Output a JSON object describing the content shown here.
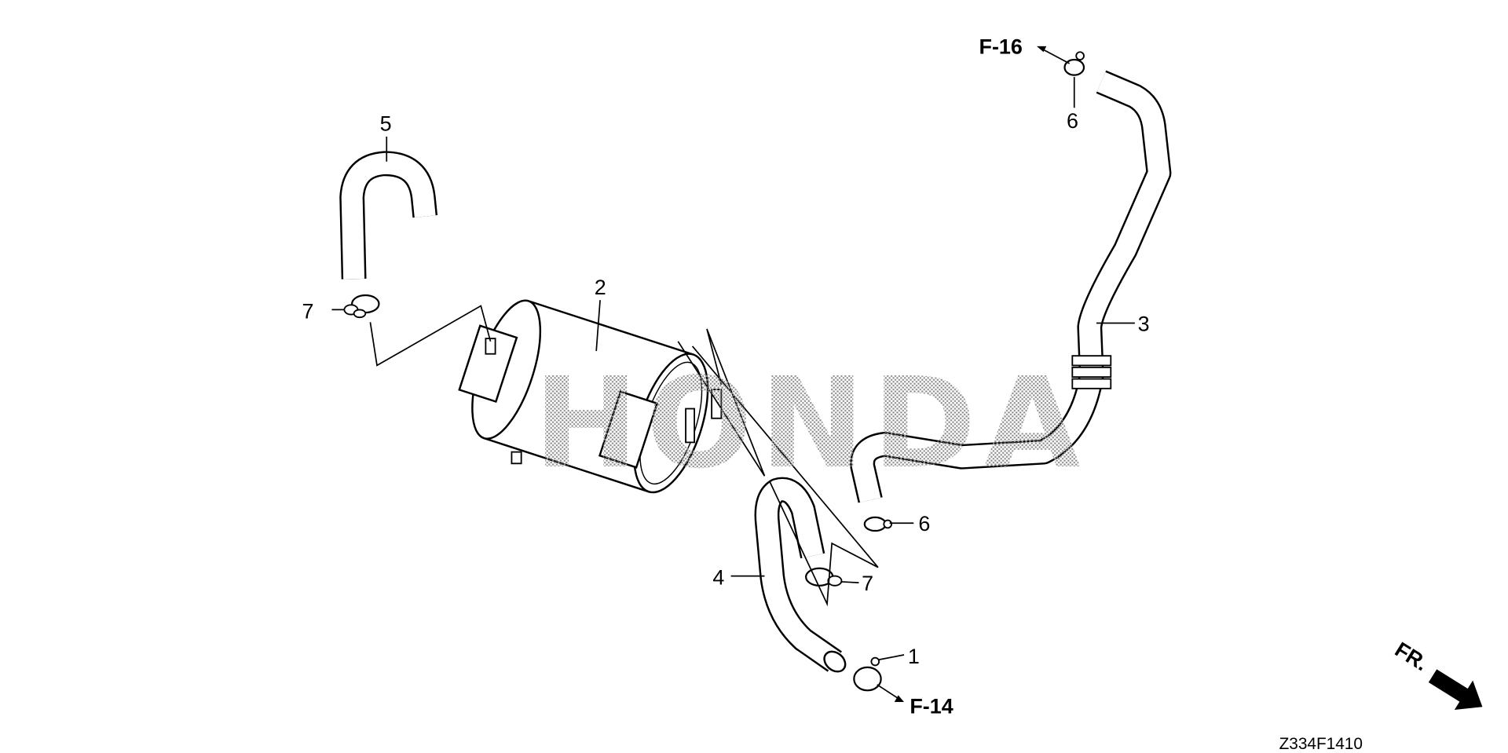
{
  "diagram": {
    "part_labels": {
      "p1": "1",
      "p2": "2",
      "p3": "3",
      "p4": "4",
      "p5": "5",
      "p6a": "6",
      "p6b": "6",
      "p7a": "7",
      "p7b": "7"
    },
    "references": {
      "top": "F-16",
      "bottom": "F-14"
    },
    "direction_label": "FR.",
    "watermark": "HONDA",
    "diagram_code": "Z334F1410"
  }
}
